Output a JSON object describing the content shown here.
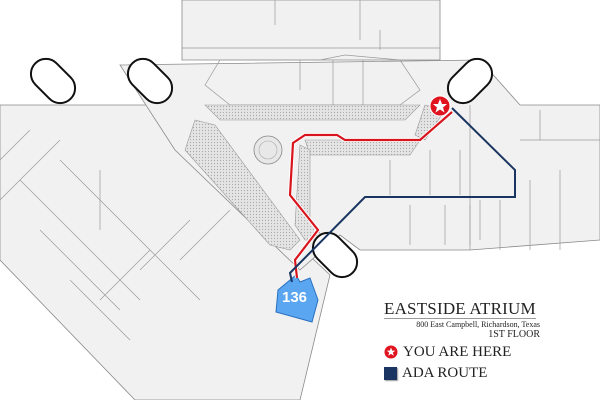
{
  "building": {
    "name": "EASTSIDE ATRIUM",
    "address": "800 East Campbell, Richardson, Texas",
    "floor": "1ST FLOOR"
  },
  "legend": [
    {
      "icon": "star-in-circle-icon",
      "label": "YOU ARE HERE",
      "color": "#e0141e"
    },
    {
      "icon": "blue-square-icon",
      "label": "ADA ROUTE",
      "color": "#1a3561"
    }
  ],
  "suite": {
    "number": "136",
    "color": "#5aa6f0"
  },
  "routes": {
    "you_are_here_route_color": "#d8141c",
    "ada_route_color": "#1a3561"
  }
}
